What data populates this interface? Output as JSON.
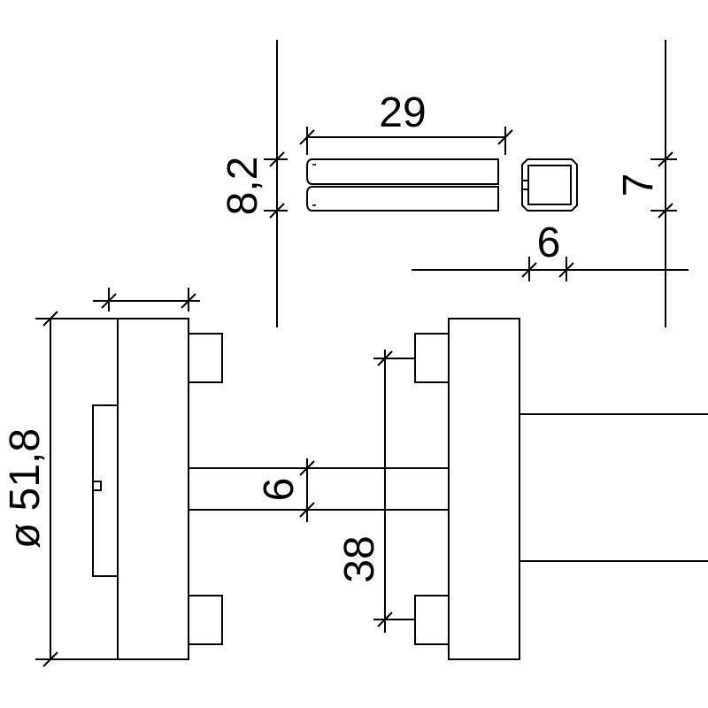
{
  "dimensions": {
    "diameter": "ø 51,8",
    "spindle_length": "29",
    "spindle_height": "8,2",
    "square_size": "7",
    "square_width": "6",
    "spindle_square": "6",
    "rose_distance": "38"
  },
  "colors": {
    "line": "#000000",
    "background": "#ffffff"
  }
}
